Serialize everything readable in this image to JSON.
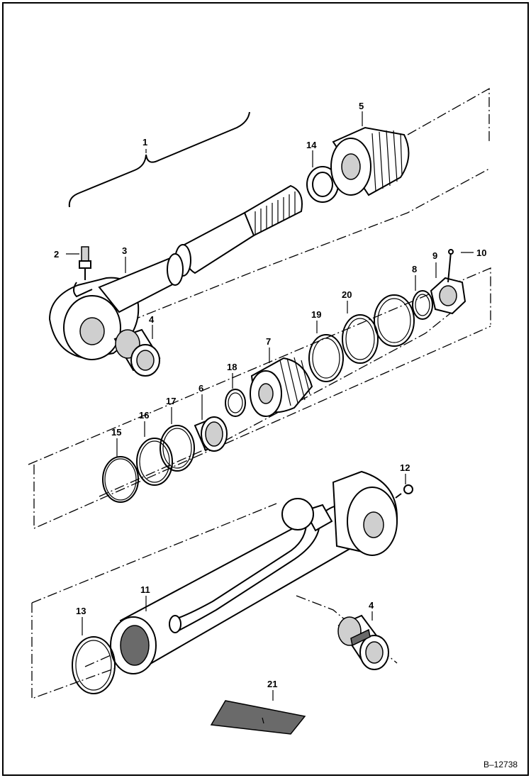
{
  "diagram": {
    "reference": "B–12738",
    "callouts": [
      {
        "id": "c1",
        "text": "1"
      },
      {
        "id": "c2",
        "text": "2"
      },
      {
        "id": "c3",
        "text": "3"
      },
      {
        "id": "c4a",
        "text": "4"
      },
      {
        "id": "c5",
        "text": "5"
      },
      {
        "id": "c6",
        "text": "6"
      },
      {
        "id": "c7",
        "text": "7"
      },
      {
        "id": "c8",
        "text": "8"
      },
      {
        "id": "c9",
        "text": "9"
      },
      {
        "id": "c10",
        "text": "10"
      },
      {
        "id": "c11",
        "text": "11"
      },
      {
        "id": "c12",
        "text": "12"
      },
      {
        "id": "c13",
        "text": "13"
      },
      {
        "id": "c14",
        "text": "14"
      },
      {
        "id": "c15",
        "text": "15"
      },
      {
        "id": "c16",
        "text": "16"
      },
      {
        "id": "c17",
        "text": "17"
      },
      {
        "id": "c18",
        "text": "18"
      },
      {
        "id": "c19",
        "text": "19"
      },
      {
        "id": "c20",
        "text": "20"
      },
      {
        "id": "c21",
        "text": "21"
      },
      {
        "id": "c4b",
        "text": "4"
      }
    ]
  }
}
